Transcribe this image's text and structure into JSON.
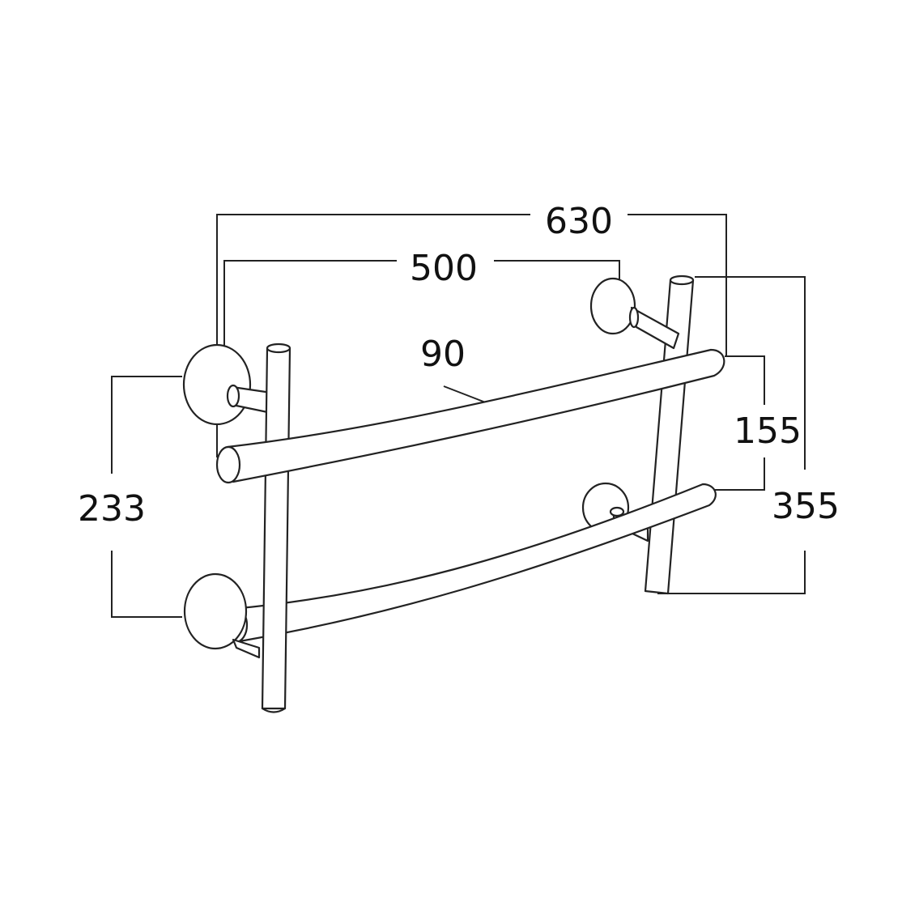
{
  "dimensions": {
    "overall_width": "630",
    "bracket_spacing": "500",
    "bar_diameter": "90",
    "bar_spacing": "155",
    "overall_height": "355",
    "bracket_height": "233"
  },
  "colors": {
    "stroke": "#222222",
    "background": "#ffffff"
  }
}
